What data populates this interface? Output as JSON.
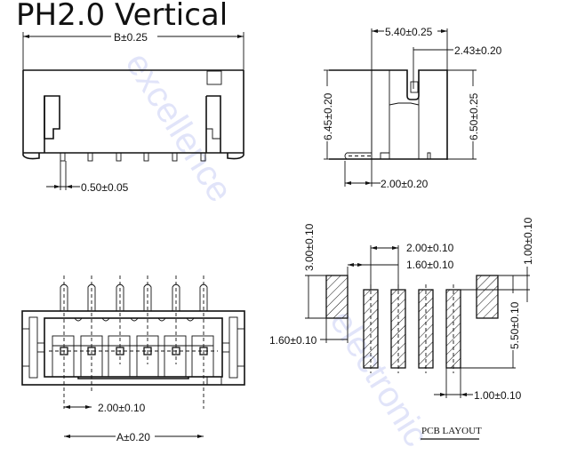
{
  "title": "PH2.0 Vertical",
  "front_view": {
    "width_dim": "B±0.25",
    "pin_width_dim": "0.50±0.05",
    "pin_count": 6
  },
  "side_view": {
    "depth_dim": "5.40±0.25",
    "pin_offset_dim": "2.43±0.20",
    "left_height_dim": "6.45±0.20",
    "right_height_dim": "6.50±0.25",
    "pin_extension_dim": "2.00±0.20"
  },
  "top_view": {
    "pitch_dim": "2.00±0.10",
    "total_dim": "A±0.20",
    "pin_count": 6
  },
  "pcb_layout": {
    "label": "PCB LAYOUT",
    "mount_pad_height_dim": "3.00±0.10",
    "mount_pad_width_dim": "1.60±0.10",
    "pitch_dim": "2.00±0.10",
    "pad_spacing_dim": "1.60±0.10",
    "pad_offset_dim": "1.00±0.10",
    "row_offset_dim": "5.50±0.10",
    "pad_width_dim": "1.00±0.10",
    "signal_pad_count": 4
  },
  "watermarks": [
    "excellence",
    "electronic"
  ]
}
